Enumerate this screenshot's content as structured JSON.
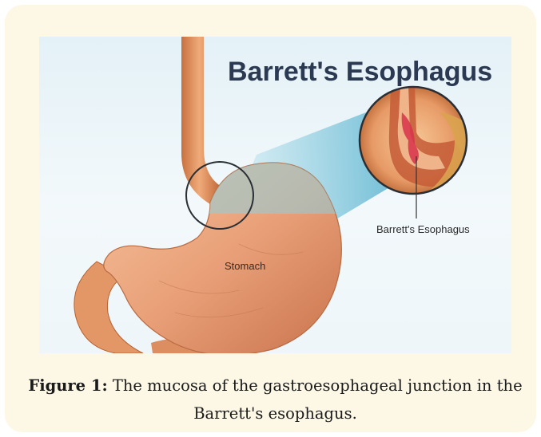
{
  "figure": {
    "title": "Barrett's Esophagus",
    "labels": {
      "stomach": "Stomach",
      "inset": "Barrett's Esophagus"
    }
  },
  "caption": {
    "label": "Figure 1:",
    "text_line1": "The mucosa of the gastroesophageal junction in the",
    "text_line2": "Barrett's esophagus."
  },
  "colors": {
    "card_background": "#fdf8e6",
    "tissue": "#e9a078",
    "highlight": "#7ec9dc",
    "lesion": "#d8324a"
  }
}
